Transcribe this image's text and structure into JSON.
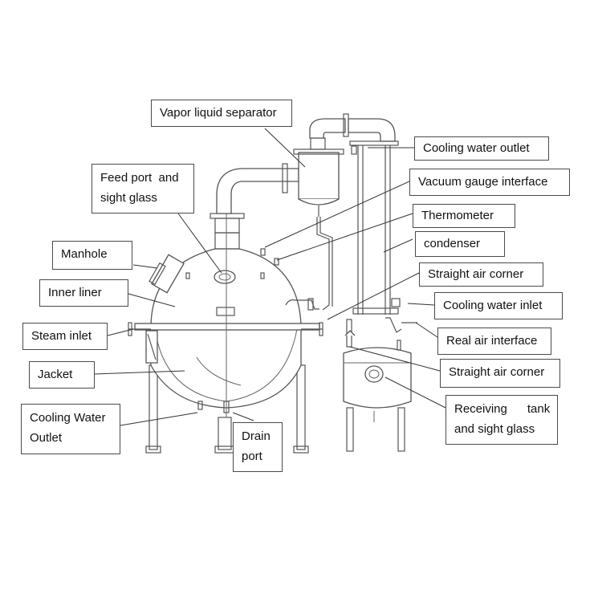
{
  "labels": {
    "vapor_liquid_separator": "Vapor liquid separator",
    "cooling_water_outlet_top": "Cooling water outlet",
    "feed_port_line1": "Feed port  and",
    "feed_port_line2": "sight glass",
    "vacuum_gauge_interface": "Vacuum gauge interface",
    "thermometer": "Thermometer",
    "condenser": "condenser",
    "manhole": "Manhole",
    "straight_air_corner_top": "Straight air corner",
    "inner_liner": "Inner liner",
    "cooling_water_inlet": "Cooling water inlet",
    "steam_inlet": "Steam inlet",
    "real_air_interface": "Real air interface",
    "jacket": "Jacket",
    "straight_air_corner_bottom": "Straight air corner",
    "receiving_tank_line1": "Receiving      tank",
    "receiving_tank_line2": "and sight glass",
    "cooling_water_outlet_bottom_line1": "Cooling Water",
    "cooling_water_outlet_bottom_line2": "Outlet",
    "drain_port_line1": "Drain",
    "drain_port_line2": "port"
  }
}
